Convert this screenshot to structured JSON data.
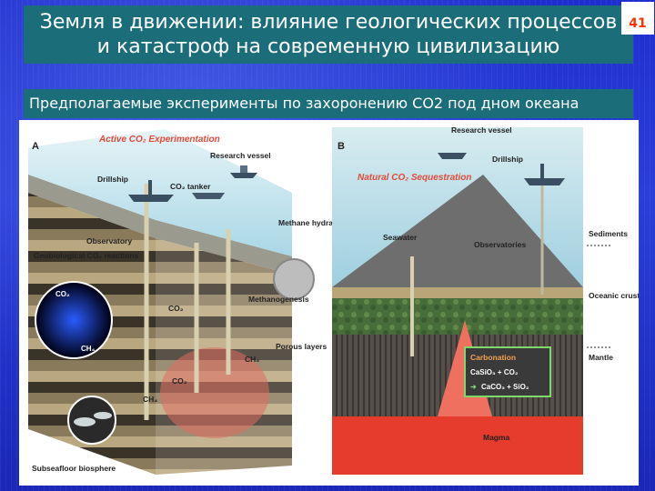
{
  "slide": {
    "title_line1": "Земля в движении: влияние геологических процессов",
    "title_line2": "и катастроф на современную цивилизацию",
    "number": "41",
    "subtitle": "Предполагаемые эксперименты по захоронению CO2 под дном океана"
  },
  "figure": {
    "panel_a": {
      "letter": "A",
      "title": "Active CO₂ Experimentation",
      "labels": {
        "drillship": "Drillship",
        "research_vessel": "Research vessel",
        "co2_tanker": "CO₂ tanker",
        "observatory": "Observatory",
        "geobiological": "Geobiological CO₂ reactions",
        "methane_hydrate": "Methane hydrate",
        "methanogenesis": "Methanogenesis",
        "co2_a": "CO₂",
        "co2_b": "CO₂",
        "ch4_a": "CH₄",
        "ch4_b": "CH₄",
        "porous_layers": "Porous layers",
        "inset_co2": "CO₂",
        "inset_ch4": "CH₄",
        "subseafloor": "Subseafloor biosphere"
      }
    },
    "panel_b": {
      "letter": "B",
      "title": "Natural CO₂ Sequestration",
      "labels": {
        "research_vessel": "Research vessel",
        "drillship": "Drillship",
        "seawater": "Seawater",
        "observatories": "Observatories",
        "sediments": "Sediments",
        "oceanic_crust": "Oceanic crust",
        "mantle": "Mantle",
        "magma": "Magma",
        "carbonation_title": "Carbonation",
        "carbonation_eq1": "CaSiO₃ + CO₂",
        "carbonation_eq2": "CaCO₃ + SiO₂"
      }
    },
    "colors": {
      "accent_red": "#e04a3a",
      "water": "#bfe3f0",
      "sediment": "#7c6a4e",
      "crust_green": "#4d7a3e",
      "mantle": "#6b6b6b",
      "magma": "#e53c2e"
    }
  }
}
